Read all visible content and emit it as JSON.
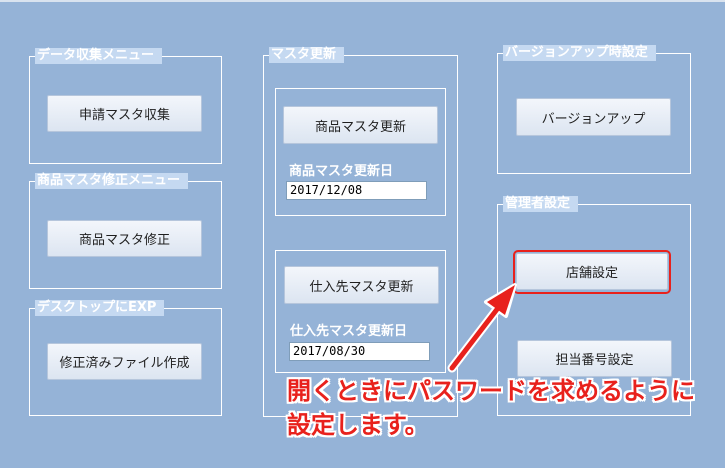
{
  "data_collection": {
    "title": "データ収集メニュー",
    "collect_button": "申請マスタ収集"
  },
  "product_master_edit": {
    "title": "商品マスタ修正メニュー",
    "edit_button": "商品マスタ修正"
  },
  "desktop_exp": {
    "title": "デスクトップにEXP",
    "create_button": "修正済みファイル作成"
  },
  "master_update": {
    "title": "マスタ更新",
    "product": {
      "button": "商品マスタ更新",
      "date_label": "商品マスタ更新日",
      "date_value": "2017/12/08"
    },
    "supplier": {
      "button": "仕入先マスタ更新",
      "date_label": "仕入先マスタ更新日",
      "date_value": "2017/08/30"
    }
  },
  "version_up": {
    "title": "バージョンアップ時設定",
    "button": "バージョンアップ"
  },
  "admin": {
    "title": "管理者設定",
    "store_button": "店舗設定",
    "number_button": "担当番号設定"
  },
  "annotation": {
    "line1": "開くときにパスワードを求めるように",
    "line2": "設定します。",
    "color": "#e8211c"
  }
}
